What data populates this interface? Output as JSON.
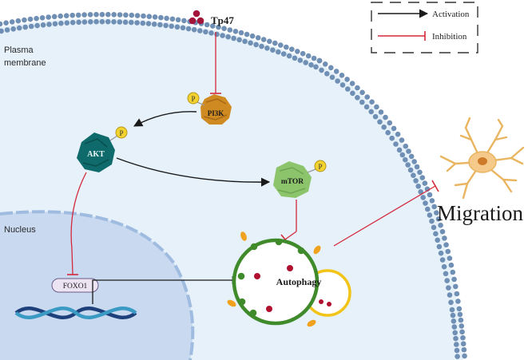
{
  "labels": {
    "ligand": "Tp47",
    "membrane": [
      "Plasma",
      "membrane"
    ],
    "nucleus": "Nucleus",
    "akt": "AKT",
    "pi3k": "PI3K",
    "mtor": "mTOR",
    "foxo1": "FOXO1",
    "autophagy": "Autophagy",
    "migration": "Migration",
    "phospho": "P"
  },
  "legend": {
    "activation": "Activation",
    "inhibition": "Inhibition"
  },
  "colors": {
    "background": "#ffffff",
    "cytoplasm": "#e6f1fa",
    "nucleus": "#c9daf0",
    "membrane_bead": "#6f8fb4",
    "activation": "#1a1a1a",
    "inhibition": "#d4283c",
    "akt": "#0f6b6b",
    "pi3k": "#d08a22",
    "mtor": "#8cc46c",
    "phospho": "#f2d22e",
    "ligand": "#a3143a",
    "autophagosome": "#3f8a2a",
    "lysosome": "#f2c418",
    "cargo": "#b0102e",
    "receptor": "#f0a21e",
    "dna_strand_a": "#1d3f7a",
    "dna_strand_b": "#3a9ac4",
    "neuron": "#e9b560",
    "neuron_nucleus": "#cf7a2a"
  }
}
